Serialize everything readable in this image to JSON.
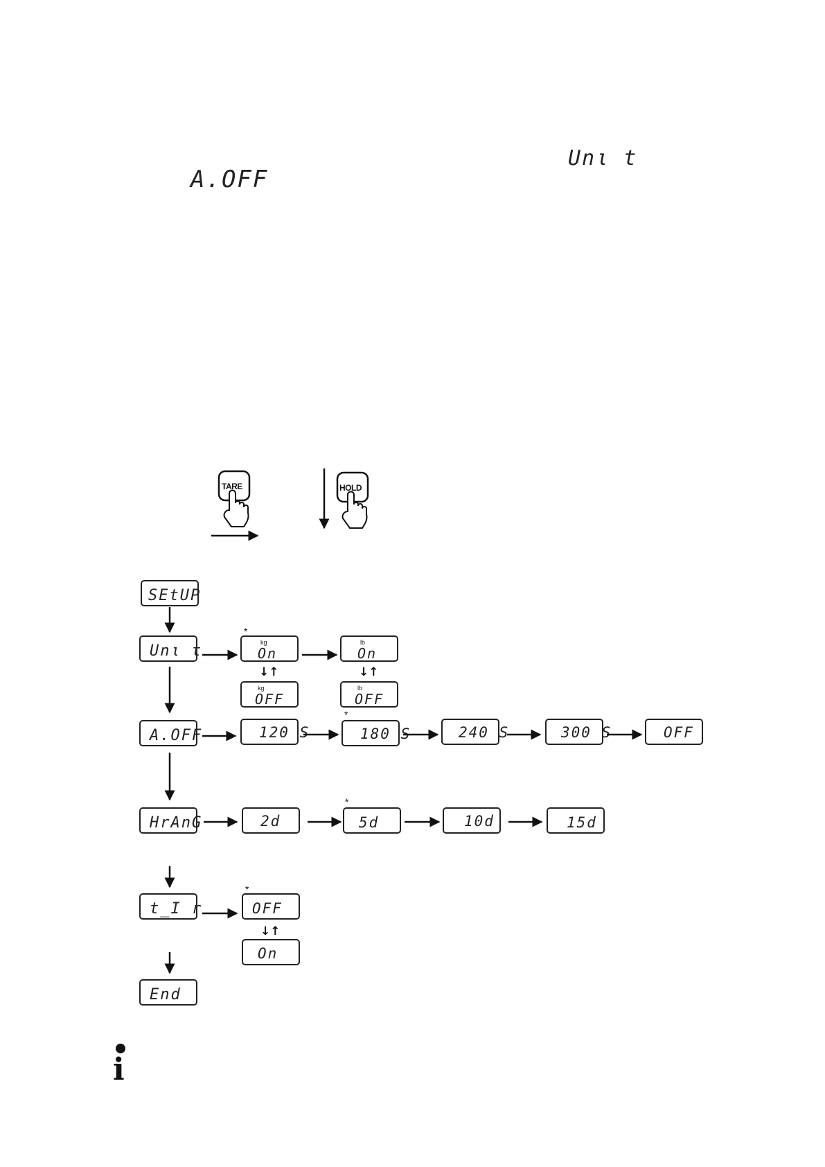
{
  "headings": {
    "unit_display": "Unι t",
    "aoff_display": "A.OFF"
  },
  "keys": {
    "tare_label": "TARE",
    "hold_label": "HOLD"
  },
  "menu": {
    "setup": "SEtUP",
    "unit": "Unι t",
    "aoff": "A.OFF",
    "hrang": "HrAnG",
    "tir": "t_I r",
    "end": "End"
  },
  "unit_options": {
    "kg_unit": "kg",
    "lb_unit": "lb",
    "kg_on": "On",
    "kg_off": "OFF",
    "lb_on": "On",
    "lb_off": "OFF"
  },
  "aoff_options": [
    "120 S",
    "180 S",
    "240 S",
    "300 S",
    "OFF"
  ],
  "hrang_options": [
    "2d",
    "5d",
    "10d",
    "15d"
  ],
  "tir_options": {
    "off": "OFF",
    "on": "On"
  },
  "marks": {
    "default_star": "*",
    "swap_symbol": "↓↑"
  },
  "info_icon": "i"
}
